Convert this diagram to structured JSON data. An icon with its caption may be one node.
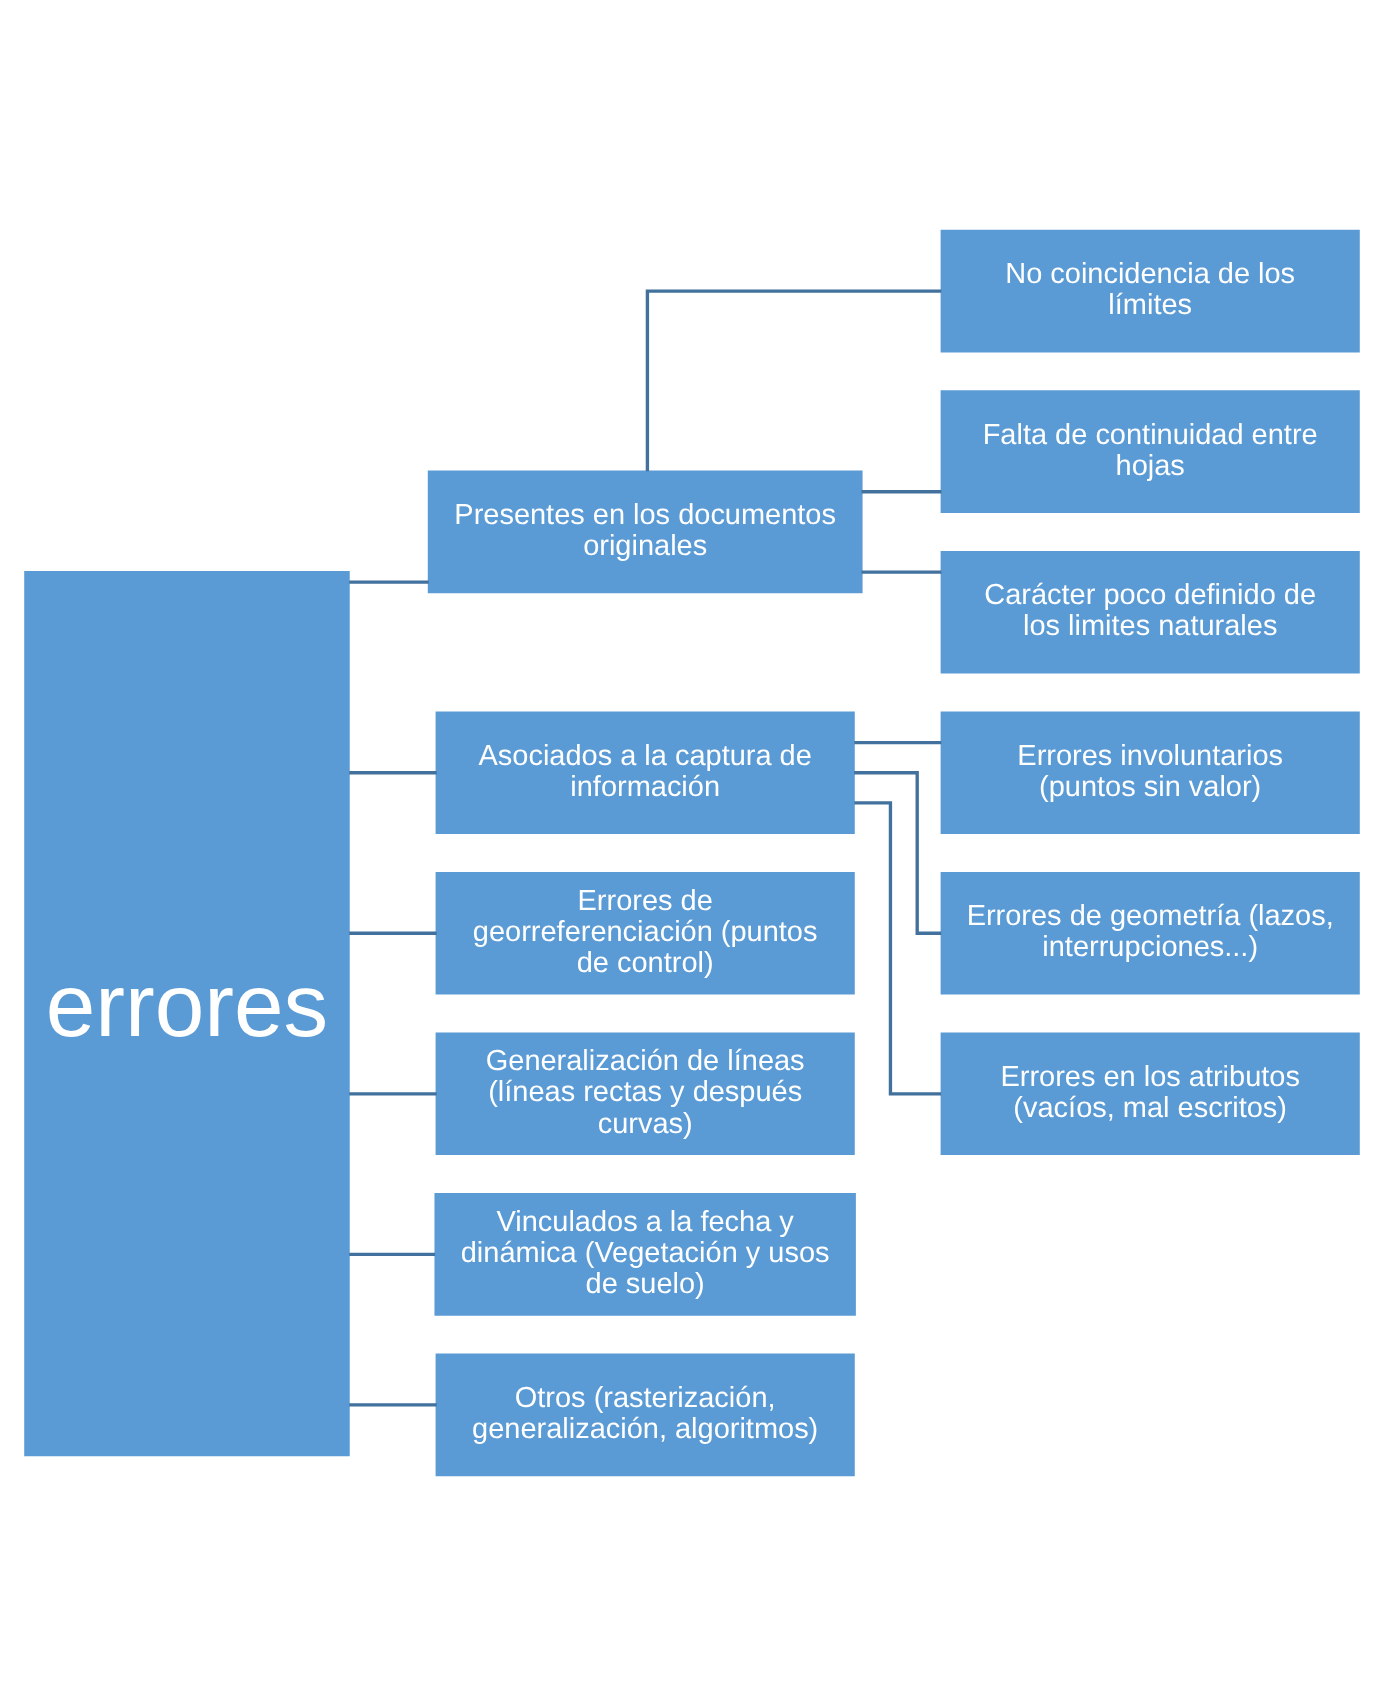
{
  "diagram": {
    "nodes": [
      {
        "text": [
          "errores"
        ]
      },
      {
        "text": [
          "Presentes en los documentos originales"
        ]
      },
      {
        "text": [
          "No coincidencia de los límites"
        ]
      },
      {
        "text": [
          "Falta de continuidad entre hojas"
        ]
      },
      {
        "text": [
          "Carácter poco definido de los limites naturales"
        ]
      },
      {
        "text": [
          "Asociados a la captura de información"
        ]
      },
      {
        "text": [
          "Errores involuntarios (puntos sin valor)"
        ]
      },
      {
        "text": [
          "Errores de geometría (lazos, interrupciones...)"
        ]
      },
      {
        "text": [
          "Errores en los atributos (vacíos, mal escritos)"
        ]
      },
      {
        "text": [
          "Errores de georreferenciación (puntos de control)"
        ]
      },
      {
        "text": [
          "Generalización de líneas (líneas rectas y después curvas)"
        ]
      },
      {
        "text": [
          "Vinculados a la fecha y dinámica (Vegetación y usos de suelo)"
        ]
      },
      {
        "text": [
          "Otros (rasterización, generalización, algoritmos)"
        ]
      }
    ],
    "edges": [
      {
        "from": 0,
        "to": 1,
        "arrow": "none"
      },
      {
        "from": 1,
        "to": 2,
        "arrow": "none"
      },
      {
        "from": 1,
        "to": 3,
        "arrow": "none"
      },
      {
        "from": 1,
        "to": 4,
        "arrow": "none"
      },
      {
        "from": 0,
        "to": 5,
        "arrow": "none"
      },
      {
        "from": 5,
        "to": 6,
        "arrow": "none"
      },
      {
        "from": 5,
        "to": 7,
        "arrow": "none"
      },
      {
        "from": 5,
        "to": 8,
        "arrow": "none"
      },
      {
        "from": 0,
        "to": 9,
        "arrow": "none"
      },
      {
        "from": 0,
        "to": 10,
        "arrow": "none"
      },
      {
        "from": 0,
        "to": 11,
        "arrow": "none"
      },
      {
        "from": 0,
        "to": 12,
        "arrow": "none"
      }
    ]
  }
}
